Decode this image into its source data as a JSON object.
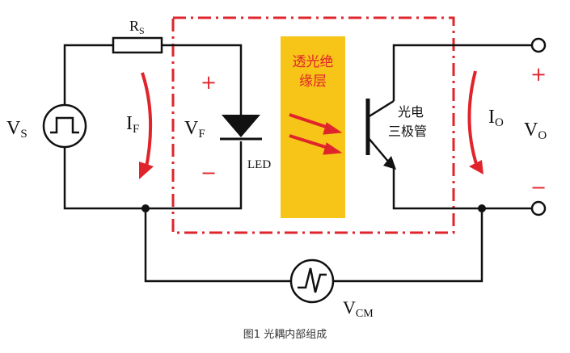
{
  "labels": {
    "rs": {
      "main": "R",
      "sub": "S"
    },
    "vs": {
      "main": "V",
      "sub": "S"
    },
    "if": {
      "main": "I",
      "sub": "F"
    },
    "vf": {
      "main": "V",
      "sub": "F"
    },
    "io": {
      "main": "I",
      "sub": "O"
    },
    "vo": {
      "main": "V",
      "sub": "O"
    },
    "vcm": {
      "main": "V",
      "sub": "CM"
    },
    "plus_led": "+",
    "minus_led": "−",
    "plus_out": "+",
    "minus_out": "−",
    "led": "LED",
    "insulation_line1": "透光绝",
    "insulation_line2": "缘层",
    "transistor_line1": "光电",
    "transistor_line2": "三极管"
  },
  "caption": "图1 光耦内部组成",
  "colors": {
    "wire": "#111111",
    "accent": "#e0242b",
    "insulation": "#f7c518"
  }
}
